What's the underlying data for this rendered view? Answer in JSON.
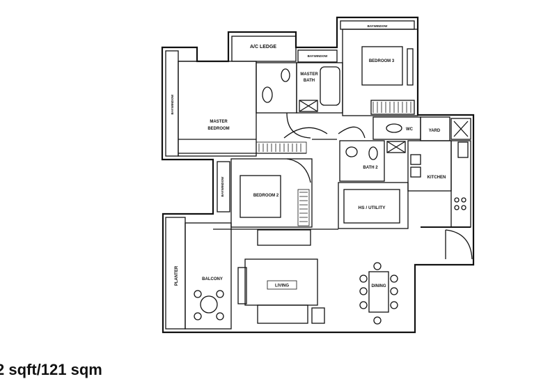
{
  "rooms": {
    "ac_ledge": "A/C LEDGE",
    "baywindow_top_left": "BAYWINDOW",
    "baywindow_top_right": "BAYWINDOW",
    "baywindow_left": "BAYWINDOW",
    "baywindow_mid": "BAYWINDOW",
    "master_bath_1": "MASTER",
    "master_bath_2": "BATH",
    "bedroom3": "BEDROOM 3",
    "master_bedroom_1": "MASTER",
    "master_bedroom_2": "BEDROOM",
    "wc": "WC",
    "yard": "YARD",
    "bath2": "BATH 2",
    "kitchen": "KITCHEN",
    "bedroom2": "BEDROOM 2",
    "hs_utility": "HS / UTILITY",
    "planter": "PLANTER",
    "balcony": "BALCONY",
    "living": "LIVING",
    "dining": "DINING"
  },
  "caption": "2 sqft/121 sqm",
  "colors": {
    "line": "#111111",
    "background": "#ffffff"
  }
}
